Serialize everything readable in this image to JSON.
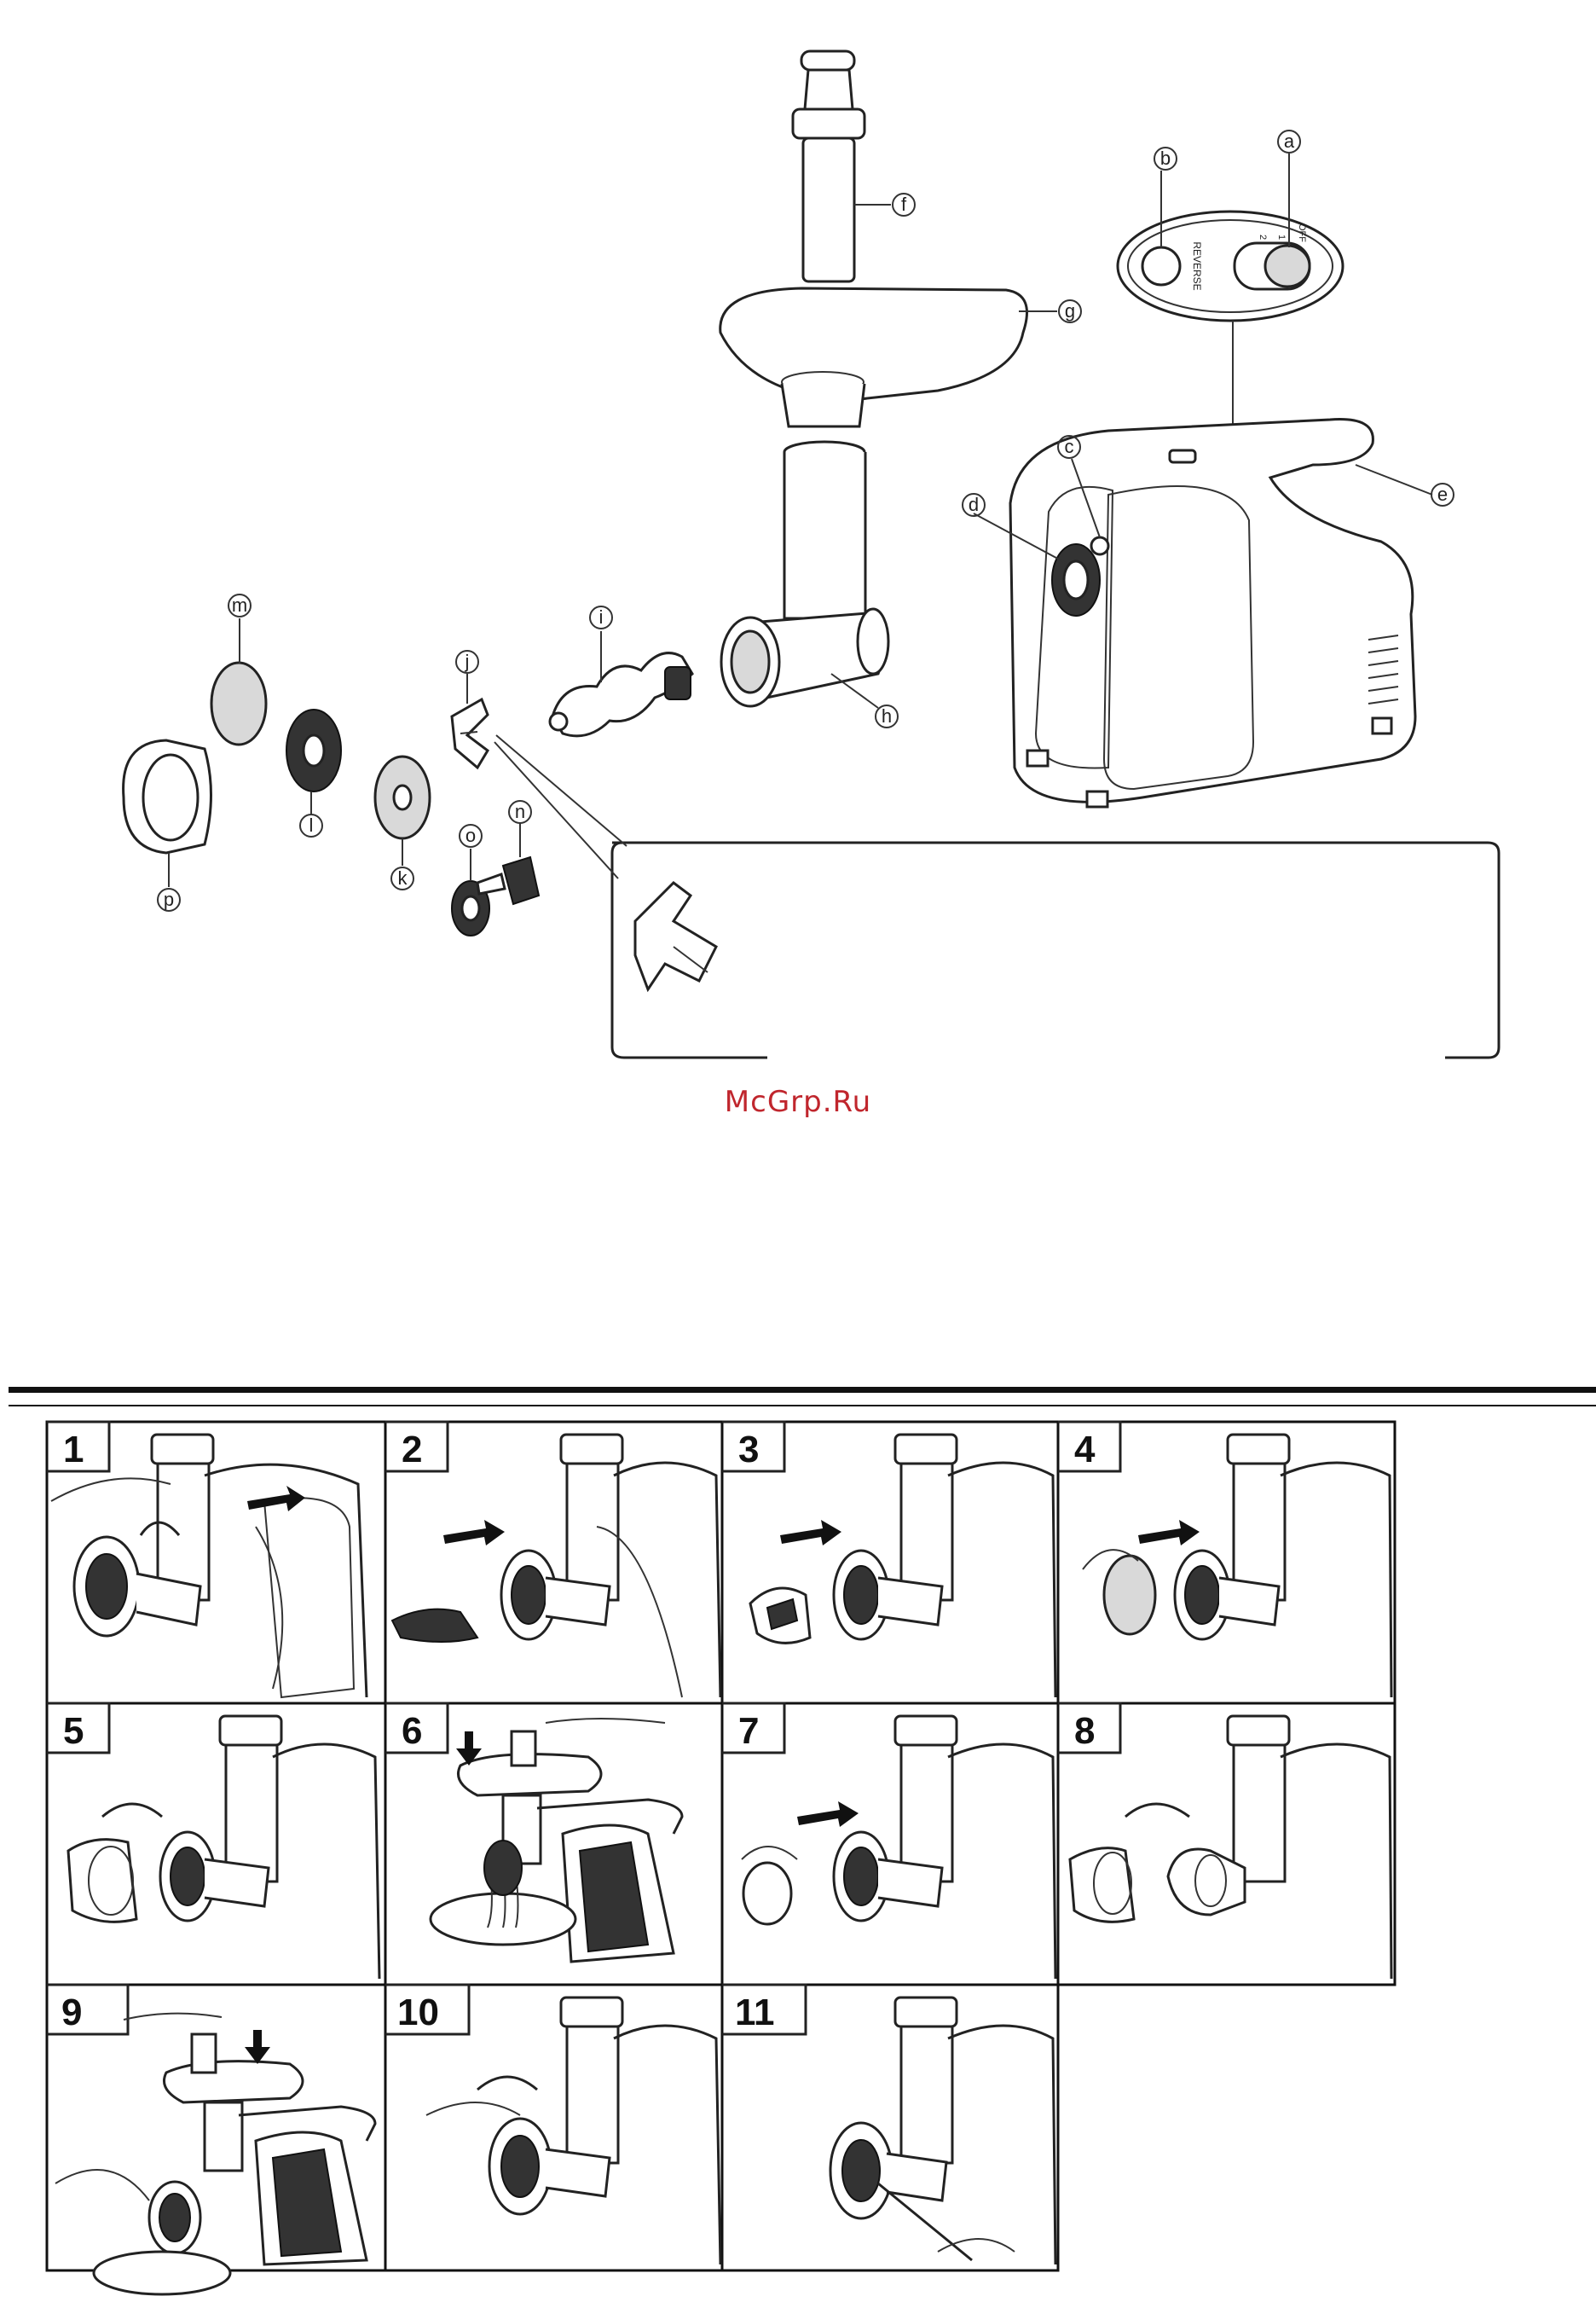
{
  "document": {
    "watermark": "McGrp.Ru",
    "colors": {
      "watermark": "#c0262d",
      "ink": "#222222",
      "paper": "#ffffff"
    }
  },
  "control_panel": {
    "reverse_label": "REVERSE",
    "switch_positions": [
      "2",
      "1",
      "OFF"
    ]
  },
  "parts": [
    {
      "key": "a",
      "label": "a"
    },
    {
      "key": "b",
      "label": "b"
    },
    {
      "key": "c",
      "label": "c"
    },
    {
      "key": "d",
      "label": "d"
    },
    {
      "key": "e",
      "label": "e"
    },
    {
      "key": "f",
      "label": "f"
    },
    {
      "key": "g",
      "label": "g"
    },
    {
      "key": "h",
      "label": "h"
    },
    {
      "key": "i",
      "label": "i"
    },
    {
      "key": "j",
      "label": "j"
    },
    {
      "key": "k",
      "label": "k"
    },
    {
      "key": "l",
      "label": "l"
    },
    {
      "key": "m",
      "label": "m"
    },
    {
      "key": "n",
      "label": "n"
    },
    {
      "key": "o",
      "label": "o"
    },
    {
      "key": "p",
      "label": "p"
    }
  ],
  "steps": [
    {
      "number": "1"
    },
    {
      "number": "2"
    },
    {
      "number": "3"
    },
    {
      "number": "4"
    },
    {
      "number": "5"
    },
    {
      "number": "6"
    },
    {
      "number": "7"
    },
    {
      "number": "8"
    },
    {
      "number": "9"
    },
    {
      "number": "10"
    },
    {
      "number": "11"
    }
  ]
}
